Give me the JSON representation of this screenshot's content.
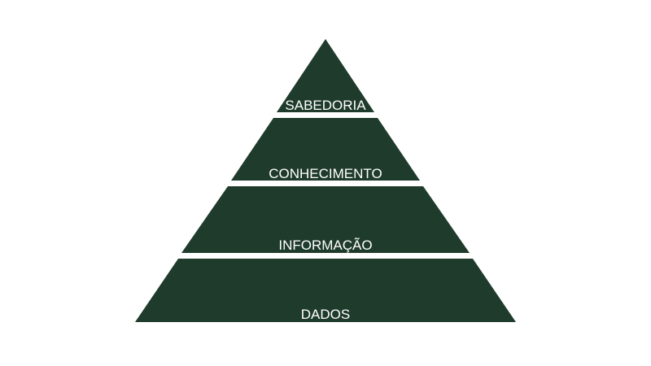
{
  "theme": {
    "tier_color": "#1f3b2c",
    "label_color": "#ffffff",
    "background": "#ffffff"
  },
  "pyramid": {
    "tiers": [
      {
        "label": "SABEDORIA"
      },
      {
        "label": "CONHECIMENTO"
      },
      {
        "label": "INFORMAÇÃO"
      },
      {
        "label": "DADOS"
      }
    ]
  }
}
